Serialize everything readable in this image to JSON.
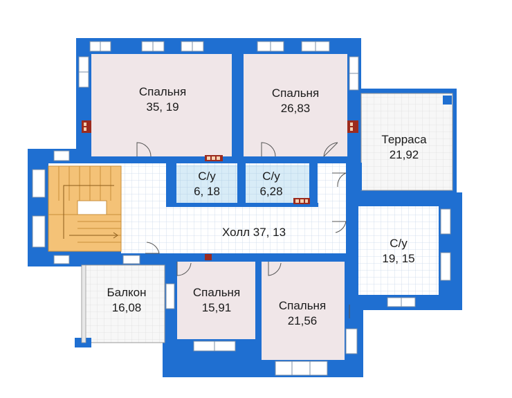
{
  "plan": {
    "rooms": [
      {
        "id": "bedroom-1",
        "name": "Спальня",
        "area": "35, 19"
      },
      {
        "id": "bedroom-2",
        "name": "Спальня",
        "area": "26,83"
      },
      {
        "id": "terrace",
        "name": "Терраса",
        "area": "21,92"
      },
      {
        "id": "bathroom-1",
        "name": "С/у",
        "area": "6, 18"
      },
      {
        "id": "bathroom-2",
        "name": "С/у",
        "area": "6,28"
      },
      {
        "id": "hall",
        "name": "Холл 37, 13",
        "area": ""
      },
      {
        "id": "bathroom-3",
        "name": "С/у",
        "area": "19, 15"
      },
      {
        "id": "balcony",
        "name": "Балкон",
        "area": "16,08"
      },
      {
        "id": "bedroom-3",
        "name": "Спальня",
        "area": "15,91"
      },
      {
        "id": "bedroom-4",
        "name": "Спальня",
        "area": "21,56"
      }
    ],
    "colors": {
      "wall": "#1f6fd1",
      "bedroom_fill": "#f0e6e8",
      "tile_fill": "#ffffff",
      "tile_grid": "#c9d7ea",
      "bathroom_fill": "#d8ecf7",
      "stair_fill": "#f4c277",
      "terrace_fill": "#f6f6f6",
      "duct": "#9c2b1e"
    }
  }
}
